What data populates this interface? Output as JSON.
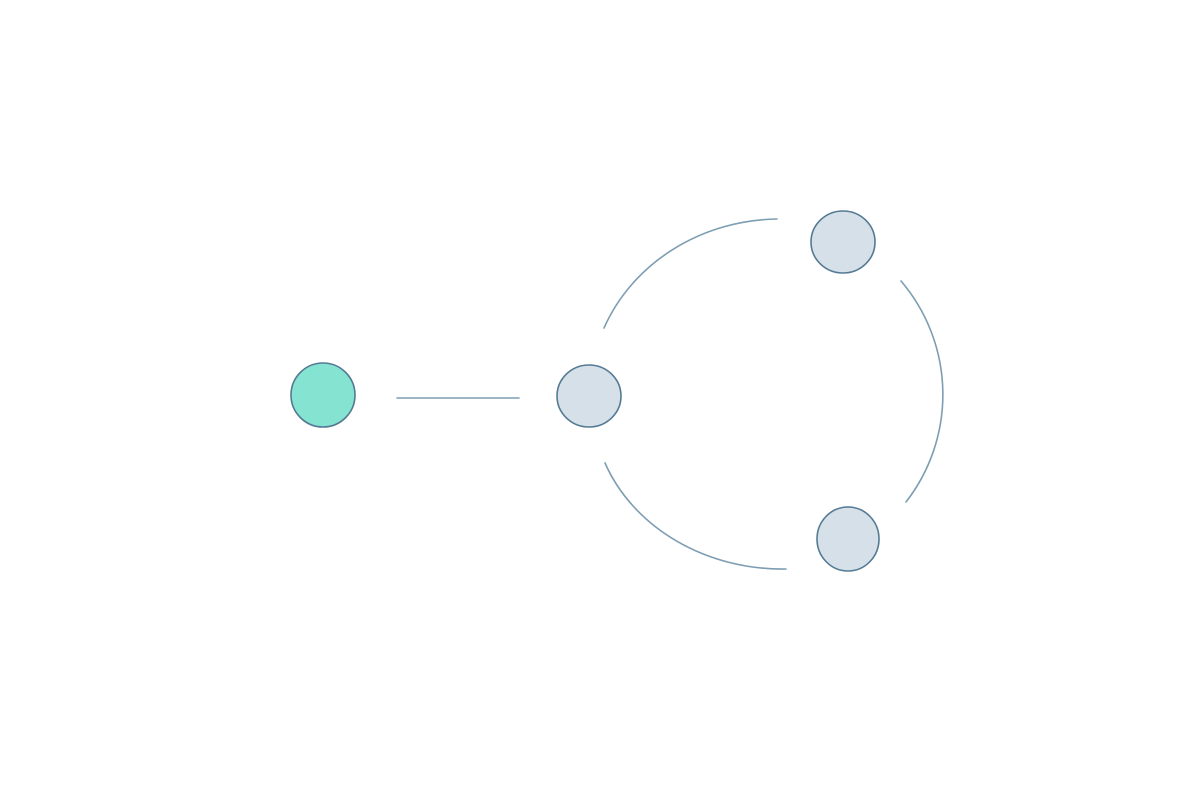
{
  "diagram": {
    "type": "state-graph",
    "colors": {
      "start_fill": "#84e3d1",
      "node_fill": "#d5e0e8",
      "node_stroke": "#547a93",
      "edge_stroke": "#7d9db2",
      "background": "#ffffff"
    },
    "nodes": [
      {
        "id": "start",
        "role": "start"
      },
      {
        "id": "hub",
        "role": "state"
      },
      {
        "id": "top",
        "role": "state"
      },
      {
        "id": "bottom",
        "role": "state"
      }
    ],
    "edges": [
      {
        "from": "start",
        "to": "hub"
      },
      {
        "from": "hub",
        "to": "top"
      },
      {
        "from": "top",
        "to": "bottom"
      },
      {
        "from": "bottom",
        "to": "hub"
      }
    ]
  }
}
